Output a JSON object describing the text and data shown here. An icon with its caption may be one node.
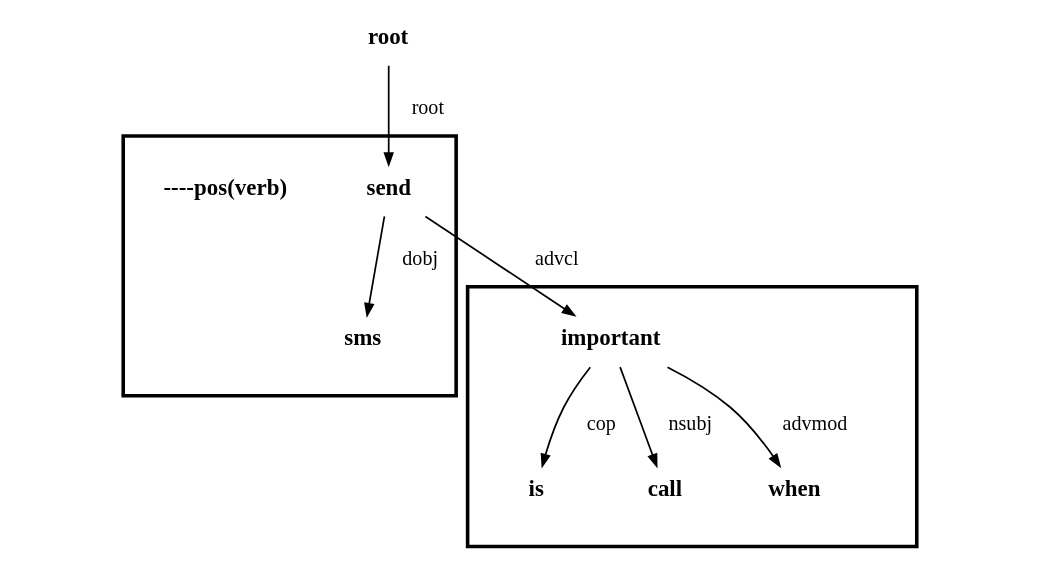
{
  "diagram": {
    "nodes": [
      {
        "text": [
          "root"
        ]
      },
      {
        "text": [],
        "shape": "box"
      },
      {
        "text": [
          "send"
        ],
        "in": 1,
        "beside": [
          "----pos(verb)"
        ]
      },
      {
        "text": [
          "sms"
        ],
        "in": 1
      },
      {
        "text": [],
        "shape": "box"
      },
      {
        "text": [
          "important"
        ],
        "in": 4
      },
      {
        "text": [
          "is"
        ],
        "in": 4
      },
      {
        "text": [
          "call"
        ],
        "in": 4
      },
      {
        "text": [
          "when"
        ],
        "in": 4
      }
    ],
    "edges": [
      {
        "from": 0,
        "to": 2,
        "arrow": "to",
        "label": "root"
      },
      {
        "from": 2,
        "to": 5,
        "arrow": "to",
        "label": "advcl"
      },
      {
        "from": 2,
        "to": 3,
        "arrow": "to",
        "label": "dobj"
      },
      {
        "from": 5,
        "to": 6,
        "arrow": "to",
        "label": "cop"
      },
      {
        "from": 5,
        "to": 7,
        "arrow": "to",
        "label": "nsubj"
      },
      {
        "from": 5,
        "to": 8,
        "arrow": "to",
        "label": "advmod"
      }
    ]
  }
}
